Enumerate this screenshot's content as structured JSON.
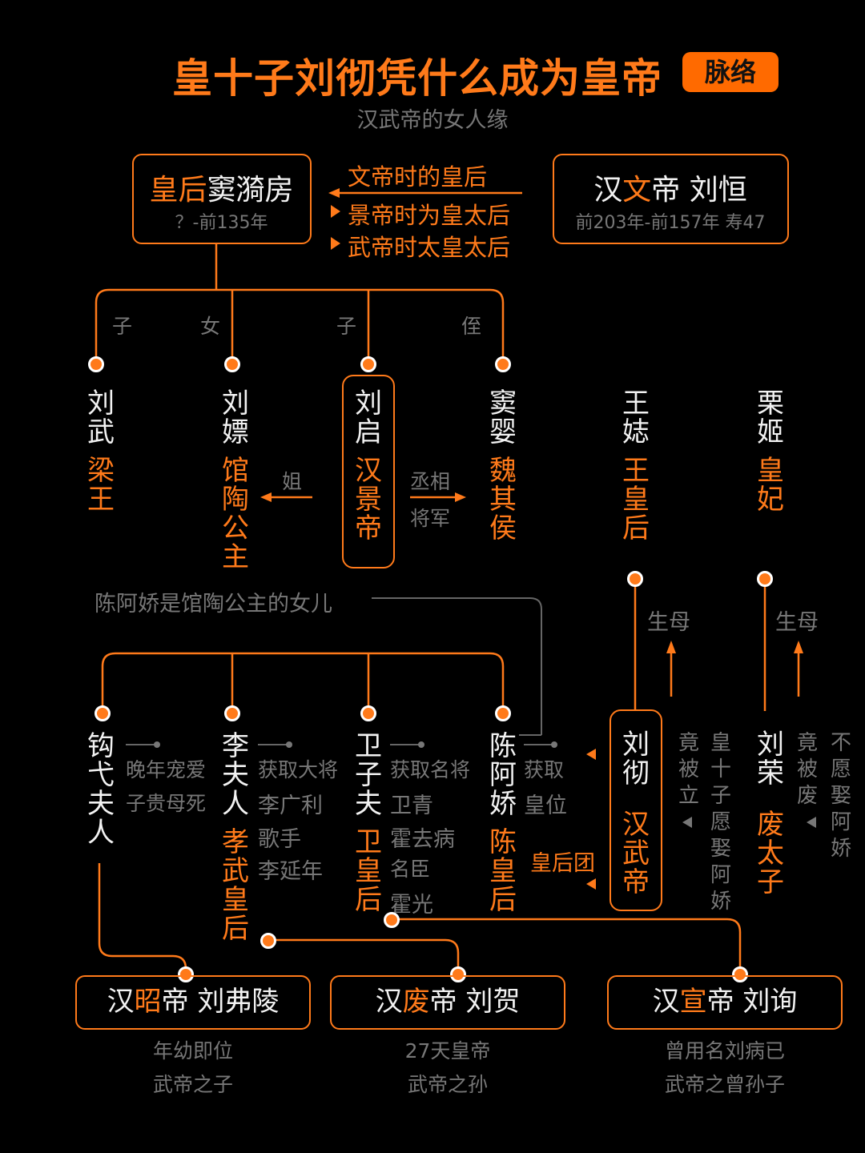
{
  "header": {
    "title": "皇十子刘彻凭什么成为皇帝",
    "badge": "脉络",
    "subtitle": "汉武帝的女人缘"
  },
  "empress_dou": {
    "title_orange": "皇后",
    "title_white": "窦漪房",
    "dates": "？-前135年"
  },
  "emperor_wen": {
    "name_pre": "汉",
    "name_mid": "文",
    "name_post": "帝 刘恒",
    "dates": "前203年-前157年 寿47"
  },
  "dou_roles": [
    "文帝时的皇后",
    "景帝时为皇太后",
    "武帝时太皇太后"
  ],
  "relations_row1": [
    "子",
    "女",
    "子",
    "侄"
  ],
  "row1_people": [
    {
      "name": "刘武",
      "title": "梁王"
    },
    {
      "name": "刘嫖",
      "title": "馆陶公主"
    },
    {
      "name": "刘启",
      "title": "汉景帝"
    },
    {
      "name": "窦婴",
      "title": "魏其侯"
    },
    {
      "name": "王娡",
      "title": "王皇后"
    },
    {
      "name": "栗姬",
      "title": "皇妃"
    }
  ],
  "sister_label": "姐",
  "chancellor_label": "丞相",
  "general_label": "将军",
  "chen_note": "陈阿娇是馆陶公主的女儿",
  "mother_label_1": "生母",
  "mother_label_2": "生母",
  "row2_people": [
    {
      "name": "钩弋夫人",
      "title": ""
    },
    {
      "name": "李夫人",
      "title": "孝武皇后"
    },
    {
      "name": "卫子夫",
      "title": "卫皇后"
    },
    {
      "name": "陈阿娇",
      "title": "陈皇后"
    }
  ],
  "gouyi_notes": [
    "晚年宠爱",
    "子贵母死"
  ],
  "li_notes": [
    "获取大将",
    "李广利",
    "歌手",
    "李延年"
  ],
  "wei_notes": [
    "获取名将",
    "卫青",
    "霍去病",
    "名臣",
    "霍光"
  ],
  "chen_notes": [
    "获取",
    "皇位"
  ],
  "empress_group": "皇后团",
  "liu_che": {
    "name": "刘彻",
    "title": "汉武帝"
  },
  "liu_rong": {
    "name": "刘荣",
    "title": "废太子"
  },
  "liu_che_notes": {
    "col1": "竟被立",
    "col2": "皇十子愿娶阿娇"
  },
  "liu_rong_notes": {
    "col1": "竟被废",
    "col2": "不愿娶阿娇"
  },
  "bottom_emperors": [
    {
      "pre": "汉",
      "mid": "昭",
      "post": "帝 刘弗陵",
      "line1": "年幼即位",
      "line2": "武帝之子"
    },
    {
      "pre": "汉",
      "mid": "废",
      "post": "帝 刘贺",
      "line1": "27天皇帝",
      "line2": "武帝之孙"
    },
    {
      "pre": "汉",
      "mid": "宣",
      "post": "帝 刘询",
      "line1": "曾用名刘病已",
      "line2": "武帝之曾孙子"
    }
  ]
}
